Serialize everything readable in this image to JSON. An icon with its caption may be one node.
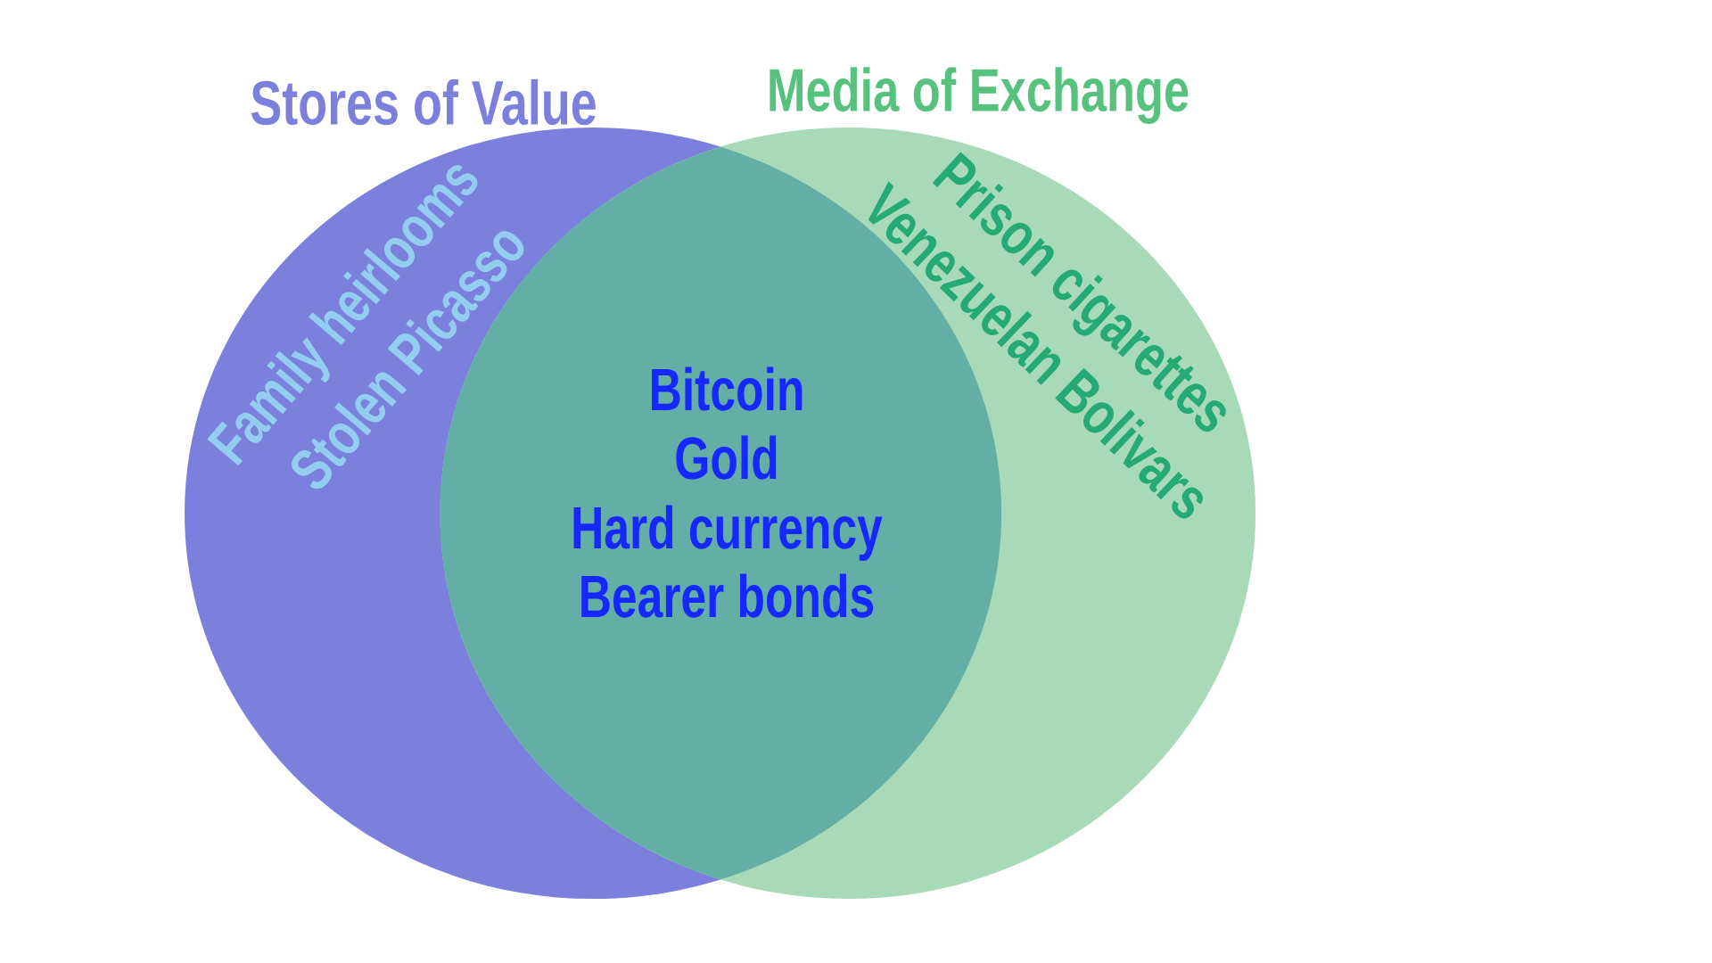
{
  "diagram": {
    "nodes": [
      {
        "text": [
          "Stores of Value",
          "Family heirlooms",
          "Stolen Picasso"
        ]
      },
      {
        "text": [
          "Media of Exchange",
          "Prison cigarettes",
          "Venezuelan Bolivars"
        ]
      },
      {
        "text": [
          "Bitcoin",
          "Gold",
          "Hard currency",
          "Bearer bonds"
        ]
      }
    ]
  }
}
